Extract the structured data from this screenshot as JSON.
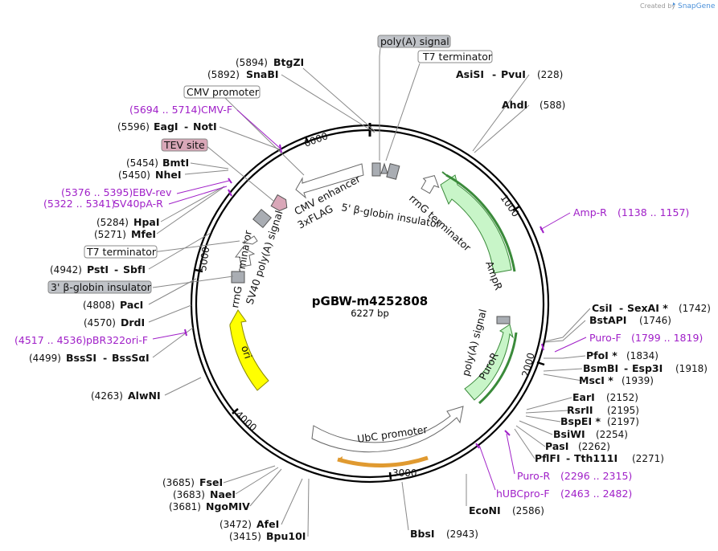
{
  "credit": "Created by",
  "brand": "SnapGene",
  "plasmid": {
    "name": "pGBW-m4252808",
    "size": "6227 bp"
  },
  "ticks": [
    "1000",
    "2000",
    "3000",
    "4000",
    "5000",
    "6000"
  ],
  "features": {
    "cmv_enhancer": "CMV enhancer",
    "flag": "3xFLAG",
    "globin5": "5' β-globin insulator",
    "rrng_top": "rrnG terminator",
    "ampr": "AmpR",
    "polya": "poly(A) signal",
    "puror": "PuroR",
    "ubc": "UbC promoter",
    "ori": "ori",
    "rrng_left": "rrnG terminator",
    "sv40": "SV40 poly(A) signal"
  },
  "boxed_labels": {
    "polya_signal": "poly(A) signal",
    "t7_top": "T7 terminator",
    "cmv_promoter": "CMV promoter",
    "tev_site": "TEV site",
    "t7_left": "T7 terminator",
    "globin3": "3' β-globin insulator"
  },
  "sites_right": [
    {
      "name": "AsiSI",
      "name2": "PvuI",
      "sep": "-",
      "pos": "(228)"
    },
    {
      "name": "AhdI",
      "pos": "(588)"
    },
    {
      "name": "CsiI",
      "name2": "SexAI *",
      "sep": "-",
      "pos": "(1742)"
    },
    {
      "name": "BstAPI",
      "pos": "(1746)"
    },
    {
      "name": "PfoI *",
      "pos": "(1834)"
    },
    {
      "name": "BsmBI",
      "name2": "Esp3I",
      "sep": "-",
      "pos": "(1918)"
    },
    {
      "name": "MscI *",
      "pos": "(1939)"
    },
    {
      "name": "EarI",
      "pos": "(2152)"
    },
    {
      "name": "RsrII",
      "pos": "(2195)"
    },
    {
      "name": "BspEI *",
      "pos": "(2197)"
    },
    {
      "name": "BsiWI",
      "pos": "(2254)"
    },
    {
      "name": "PasI",
      "pos": "(2262)"
    },
    {
      "name": "PflFI",
      "name2": "Tth111I",
      "sep": "-",
      "pos": "(2271)"
    },
    {
      "name": "EcoNI",
      "pos": "(2586)"
    },
    {
      "name": "BbsI",
      "pos": "(2943)"
    }
  ],
  "sites_left": [
    {
      "name": "BtgZI",
      "pos": "(5894)"
    },
    {
      "name": "SnaBI",
      "pos": "(5892)"
    },
    {
      "name": "EagI",
      "name2": "NotI",
      "sep": "-",
      "pos": "(5596)"
    },
    {
      "name": "BmtI",
      "pos": "(5454)"
    },
    {
      "name": "NheI",
      "pos": "(5450)"
    },
    {
      "name": "HpaI",
      "pos": "(5284)"
    },
    {
      "name": "MfeI",
      "pos": "(5271)"
    },
    {
      "name": "PstI",
      "name2": "SbfI",
      "sep": "-",
      "pos": "(4942)"
    },
    {
      "name": "PacI",
      "pos": "(4808)"
    },
    {
      "name": "DrdI",
      "pos": "(4570)"
    },
    {
      "name": "BssSI",
      "name2": "BssSαI",
      "sep": "-",
      "pos": "(4499)"
    },
    {
      "name": "AlwNI",
      "pos": "(4263)"
    },
    {
      "name": "FseI",
      "pos": "(3685)"
    },
    {
      "name": "NaeI",
      "pos": "(3683)"
    },
    {
      "name": "NgoMIV",
      "pos": "(3681)"
    },
    {
      "name": "AfeI",
      "pos": "(3472)"
    },
    {
      "name": "Bpu10I",
      "pos": "(3415)"
    }
  ],
  "primers": {
    "cmv_f": {
      "name": "CMV-F",
      "range": "(5694 .. 5714)"
    },
    "ebv_rev": {
      "name": "EBV-rev",
      "range": "(5376 .. 5395)"
    },
    "sv40pa_r": {
      "name": "SV40pA-R",
      "range": "(5322 .. 5341)"
    },
    "pbr322ori_f": {
      "name": "pBR322ori-F",
      "range": "(4517 .. 4536)"
    },
    "amp_r": {
      "name": "Amp-R",
      "range": "(1138 .. 1157)"
    },
    "puro_f": {
      "name": "Puro-F",
      "range": "(1799 .. 1819)"
    },
    "puro_r": {
      "name": "Puro-R",
      "range": "(2296 .. 2315)"
    },
    "hubcpro_f": {
      "name": "hUBCpro-F",
      "range": "(2463 .. 2482)"
    }
  },
  "colors": {
    "primer": "#a020c8",
    "ampr_fill": "#c8f5c8",
    "ampr_stroke": "#3a8a3a",
    "ori_fill": "#ffff00",
    "ori_stroke": "#8a8a00",
    "tev_fill": "#d9a7b8",
    "grey_box": "#a9adb3",
    "primer_orange": "#e09a30"
  }
}
